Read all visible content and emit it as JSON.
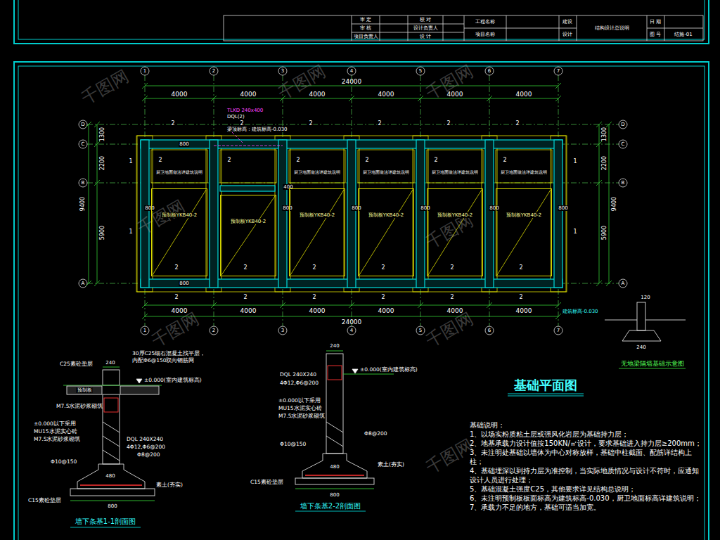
{
  "diagram": {
    "title": "基础平面图",
    "nodes": [
      {
        "text": [
          "预制板YKB40-2"
        ]
      },
      {
        "text": [
          "预制板YKB40-2"
        ]
      },
      {
        "text": [
          "预制板YKB40-2"
        ]
      },
      {
        "text": [
          "预制板YKB40-2"
        ]
      },
      {
        "text": [
          "预制板YKB40-2"
        ]
      },
      {
        "text": [
          "预制板YKB40-2"
        ]
      }
    ],
    "labels": [
      "24000",
      "4000",
      "4000",
      "4000",
      "4000",
      "4000",
      "4000",
      "4000",
      "4000",
      "4000",
      "4000",
      "4000",
      "4000",
      "24000",
      "1300",
      "2200",
      "5900",
      "9400",
      "1300",
      "2200",
      "5900",
      "9400",
      "1",
      "2",
      "3",
      "4",
      "5",
      "6",
      "7",
      "1",
      "2",
      "3",
      "4",
      "5",
      "6",
      "7",
      "D",
      "C",
      "B",
      "A",
      "D",
      "C",
      "B",
      "A",
      "800",
      "800",
      "800",
      "800",
      "800",
      "800",
      "800",
      "800",
      "400",
      "TLKD 240x400",
      "DQL(2)",
      "梁顶标高：建筑标高-0.030",
      "2",
      "2",
      "2",
      "2",
      "2",
      "2",
      "2",
      "2",
      "2",
      "2",
      "2",
      "2",
      "2",
      "2",
      "2",
      "2",
      "2",
      "2",
      "2",
      "2",
      "2",
      "2",
      "2",
      "2",
      "1",
      "1",
      "1",
      "1",
      "厨卫地面做法详建筑说明",
      "厨卫地面做法详建筑说明",
      "厨卫地面做法详建筑说明",
      "厨卫地面做法详建筑说明",
      "厨卫地面做法详建筑说明",
      "120",
      "建筑标高-0.030",
      "240",
      "无地梁隔墙基础示意图",
      "C25素砼垫层",
      "240",
      "30厚C25细石混凝土找平层，",
      "内配Φ6@150双向钢筋网",
      "±0.000(室内建筑标高)",
      "预制板",
      "M7.5水泥砂浆砌筑",
      "±0.000以下采用",
      "MU15水泥实心砖",
      "M7.5水泥砂浆砌筑",
      "DQL 240X240",
      "4Φ12,Φ6@200",
      "Φ10@150",
      "Φ8@200",
      "480",
      "素土(夯实)",
      "C15素砼垫层",
      "800",
      "墙下条基1-1剖面图",
      "240",
      "DQL 240X240",
      "4Φ12,Φ6@200",
      "±0.000(室内建筑标高)",
      "±0.000以下采用",
      "MU15水泥实心砖",
      "M7.5水泥砂浆砌筑",
      "Φ10@150",
      "Φ8@200",
      "480",
      "素土(夯实)",
      "C15素砼垫层",
      "800",
      "墙下条基2-2剖面图",
      "基础说明：",
      "1、以场实粉质粘土层或强风化岩层为基础持力层；",
      "2、地基承载力设计值按150KN/㎡设计，要求基础进入持力层≥200mm；",
      "3、未注明处基础以墙体为中心对称放样，基础中柱截面、配筋详结构上柱；",
      "4、基础埋深以到持力层为准控制，当实际地质情况与设计不符时，应通知设计人员进行处理；",
      "5、基础混凝土强度C25，其他要求详见结构总说明；",
      "6、未注明预制板板面标高为建筑标高-0.030，厨卫地面标高详建筑说明；",
      "7、承载力不足的地方，基础可适当加宽。",
      "千图网",
      "千图网",
      "千图网",
      "千图网",
      "千图网",
      "千图网",
      "千图网",
      "千图网",
      "审 定",
      "审 核",
      "项目负责人",
      "校 对",
      "设计负责人",
      "设 计",
      "工程名称",
      "项目名称",
      "建设",
      "设计",
      "结构设计总说明",
      "日 期",
      "图 号",
      "结施-01"
    ]
  }
}
